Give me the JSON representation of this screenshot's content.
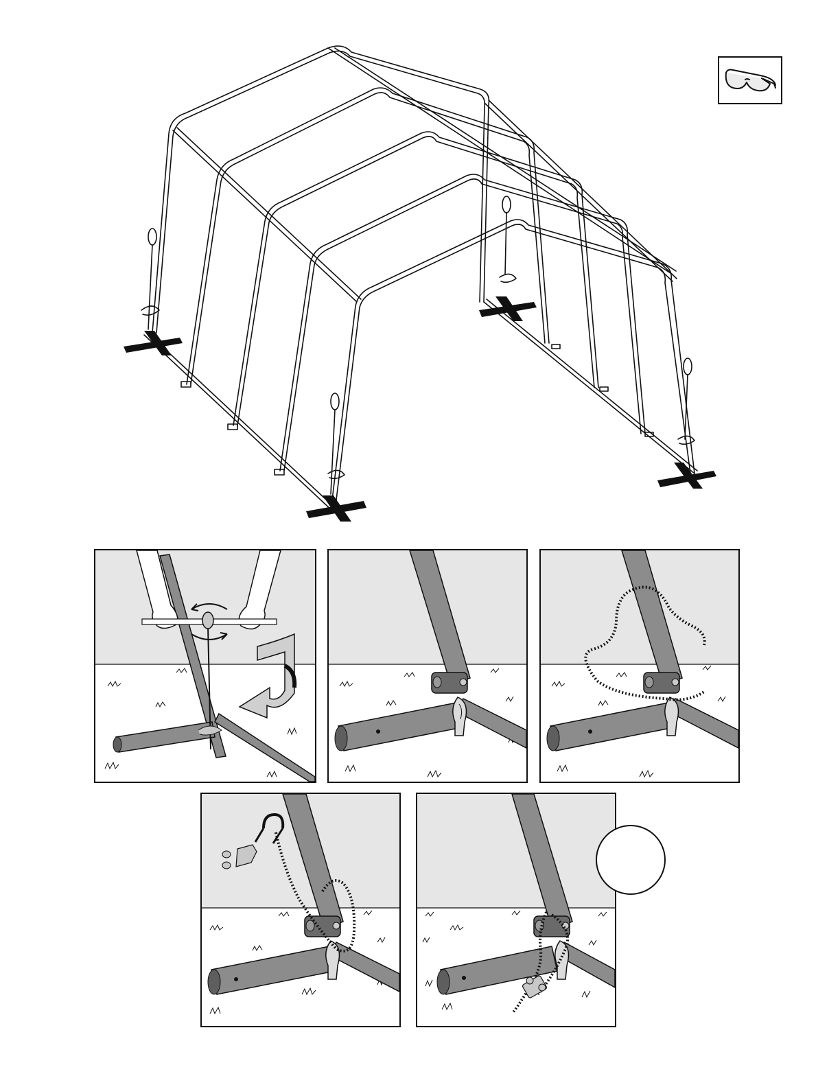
{
  "page": {
    "background": "#ffffff",
    "line_color": "#111111",
    "wall_color": "#e6e6e6",
    "pole_color": "#8c8c8c",
    "pole_dark": "#5e5e5e",
    "accent_black": "#111111"
  },
  "icons": {
    "safety": "safety-glasses-icon",
    "callout": "callout-circle",
    "rotate": "rotate-arrows-icon",
    "screw_down": "screw-down-arrow-icon",
    "anchor": "auger-anchor-icon",
    "cable": "cable-icon",
    "cable_clamp": "cable-clamp-icon"
  },
  "steps": [
    {
      "id": "step-1",
      "content": "turn-anchor-into-ground"
    },
    {
      "id": "step-2",
      "content": "anchor-installed-at-base"
    },
    {
      "id": "step-3",
      "content": "thread-cable-through-anchor"
    },
    {
      "id": "step-4",
      "content": "loop-cable-attach-clamp"
    },
    {
      "id": "step-5",
      "content": "clamp-tightened"
    }
  ]
}
